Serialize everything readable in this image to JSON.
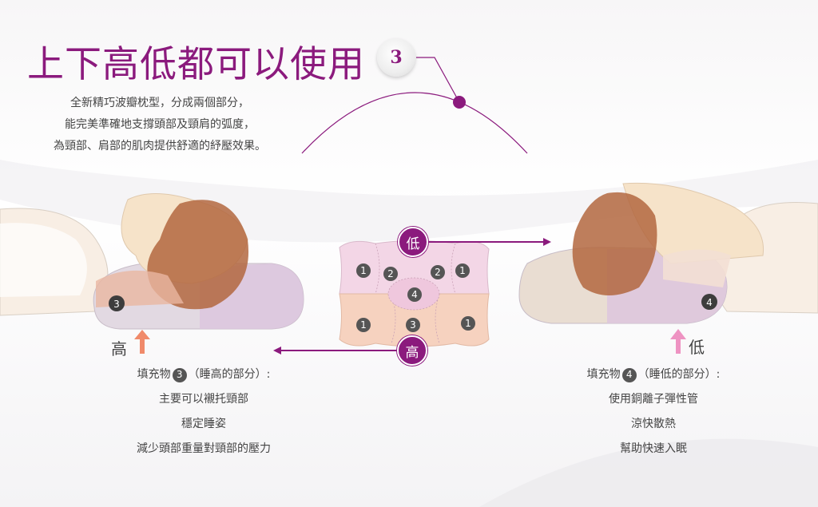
{
  "title": "上下高低都可以使用",
  "badge_number": "3",
  "intro_lines": [
    "全新精巧波瓣枕型，分成兩個部分，",
    "能完美準確地支撐頭部及頸肩的弧度，",
    "為頸部、肩部的肌肉提供舒適的紓壓效果。"
  ],
  "left": {
    "height_label": "高",
    "zone_number": "3",
    "info_prefix": "填充物",
    "info_suffix": "（睡高的部分）:",
    "lines": [
      "主要可以襯托頸部",
      "穩定睡姿",
      "減少頭部重量對頸部的壓力"
    ]
  },
  "right": {
    "height_label": "低",
    "zone_number": "4",
    "info_prefix": "填充物",
    "info_suffix": "（睡低的部分）:",
    "lines": [
      "使用銅離子彈性管",
      "涼快散熱",
      "幫助快速入眠"
    ]
  },
  "center": {
    "low_label": "低",
    "high_label": "高",
    "zones_top": [
      "1",
      "2",
      "2",
      "1"
    ],
    "zone_mid": "4",
    "zones_bottom": [
      "1",
      "3",
      "1"
    ]
  },
  "colors": {
    "accent": "#8b1a7d",
    "pink_zone": "#f3d6e6",
    "peach_zone": "#f6d2bf",
    "arrow_orange": "#f08a6a",
    "arrow_pink": "#ee93c2"
  }
}
